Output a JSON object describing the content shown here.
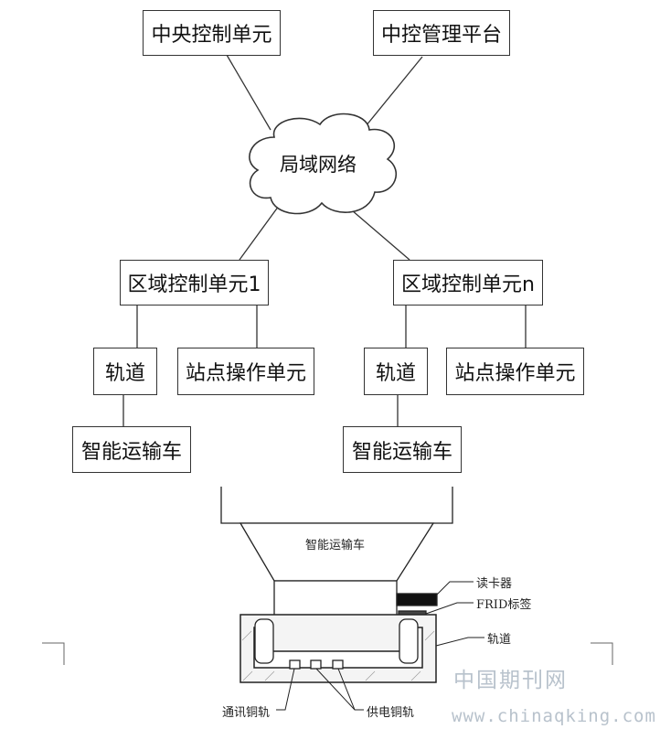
{
  "nodes": {
    "central_control": "中央控制单元",
    "mgmt_platform": "中控管理平台",
    "lan": "局域网络",
    "zone1": "区域控制单元1",
    "zonen": "区域控制单元n",
    "track1": "轨道",
    "station1": "站点操作单元",
    "vehicle1": "智能运输车",
    "trackn": "轨道",
    "stationn": "站点操作单元",
    "vehiclen": "智能运输车"
  },
  "section": {
    "vehicle_body": "智能运输车",
    "card_reader": "读卡器",
    "rfid_tag": "FRID标签",
    "track": "轨道",
    "comm_rail": "通讯铜轨",
    "power_rail": "供电铜轨"
  },
  "watermark": {
    "cn": "中国期刊网",
    "url": "www.chinaqking.com"
  }
}
